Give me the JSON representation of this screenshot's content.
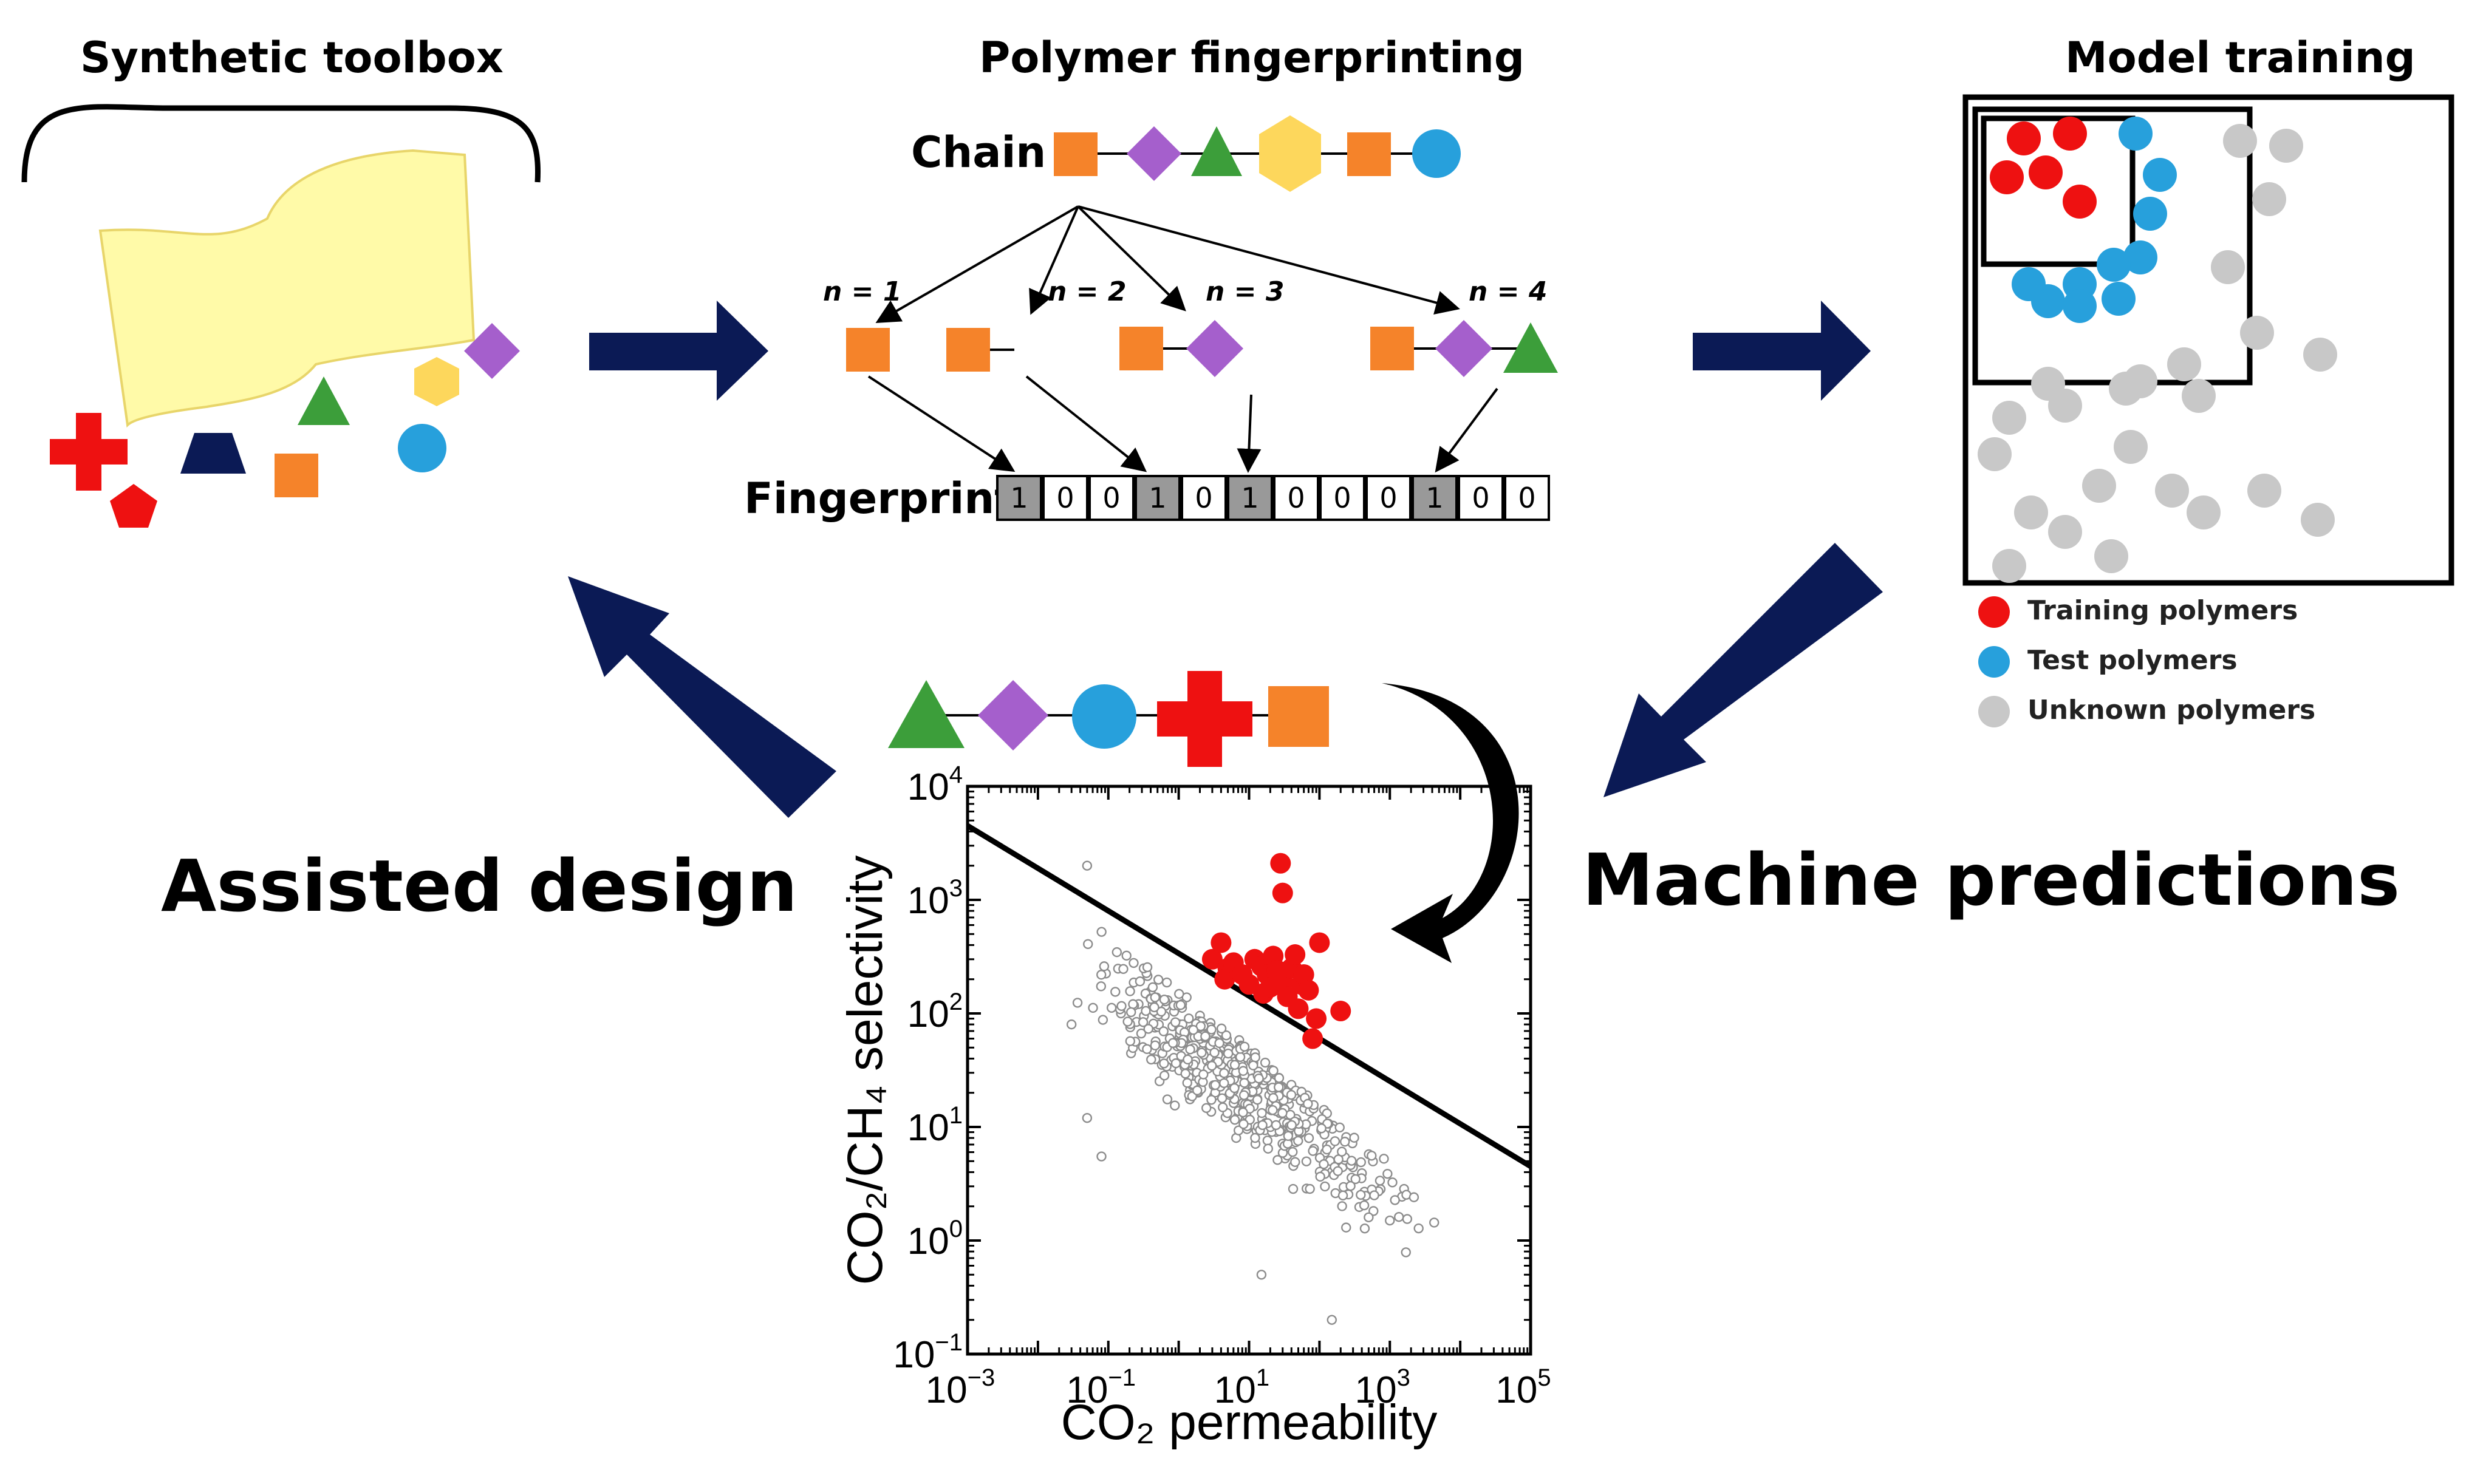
{
  "headers": {
    "toolbox": "Synthetic toolbox",
    "fingerprinting": "Polymer fingerprinting",
    "training": "Model training"
  },
  "fingerprint_panel": {
    "chain_label": "Chain",
    "fingerprint_label": "Fingerprint",
    "n_labels": [
      "n = 1",
      "n = 2",
      "n = 3",
      "n = 4"
    ],
    "bits": [
      "1",
      "0",
      "0",
      "1",
      "0",
      "1",
      "0",
      "0",
      "0",
      "1",
      "0",
      "0"
    ],
    "bits_set": [
      true,
      false,
      false,
      true,
      false,
      true,
      false,
      false,
      false,
      true,
      false,
      false
    ]
  },
  "legend": {
    "training": "Training polymers",
    "test": "Test polymers",
    "unknown": "Unknown polymers"
  },
  "captions": {
    "assisted": "Assisted design",
    "predictions": "Machine predictions"
  },
  "colors": {
    "arrow": "#0b1a55",
    "orange": "#f5832a",
    "purple": "#a55fcc",
    "green": "#3c9e3a",
    "yellow": "#fdd75c",
    "blue": "#27a0dc",
    "red": "#ee1111",
    "gray": "#c8c8c8",
    "paper": "#fffaa8"
  },
  "chart_data": {
    "type": "scatter",
    "xlabel": "CO₂ permeability",
    "ylabel": "CO₂/CH₄ selectivity",
    "x_scale": "log",
    "y_scale": "log",
    "xlim": [
      0.001,
      100000
    ],
    "ylim": [
      0.1,
      10000
    ],
    "x_ticks": [
      {
        "base": "10",
        "exp": "−3",
        "value": 0.001
      },
      {
        "base": "10",
        "exp": "−1",
        "value": 0.1
      },
      {
        "base": "10",
        "exp": "1",
        "value": 10
      },
      {
        "base": "10",
        "exp": "3",
        "value": 1000
      },
      {
        "base": "10",
        "exp": "5",
        "value": 100000
      }
    ],
    "y_ticks": [
      {
        "base": "10",
        "exp": "−1",
        "value": 0.1
      },
      {
        "base": "10",
        "exp": "0",
        "value": 1
      },
      {
        "base": "10",
        "exp": "1",
        "value": 10
      },
      {
        "base": "10",
        "exp": "2",
        "value": 100
      },
      {
        "base": "10",
        "exp": "3",
        "value": 1000
      },
      {
        "base": "10",
        "exp": "4",
        "value": 10000
      }
    ],
    "upper_bound_line": {
      "x": [
        0.001,
        100000
      ],
      "y": [
        4500,
        4.5
      ]
    },
    "predicted_polymers": [
      [
        3,
        300
      ],
      [
        4,
        420
      ],
      [
        5,
        250
      ],
      [
        4.5,
        200
      ],
      [
        6,
        280
      ],
      [
        8,
        220
      ],
      [
        10,
        180
      ],
      [
        12,
        300
      ],
      [
        15,
        260
      ],
      [
        16,
        150
      ],
      [
        18,
        220
      ],
      [
        20,
        170
      ],
      [
        22,
        320
      ],
      [
        25,
        240
      ],
      [
        28,
        2100
      ],
      [
        30,
        1150
      ],
      [
        30,
        190
      ],
      [
        35,
        140
      ],
      [
        40,
        250
      ],
      [
        45,
        330
      ],
      [
        50,
        110
      ],
      [
        55,
        180
      ],
      [
        60,
        220
      ],
      [
        70,
        160
      ],
      [
        80,
        60
      ],
      [
        90,
        90
      ],
      [
        100,
        420
      ],
      [
        200,
        105
      ]
    ],
    "outliers": [
      [
        0.05,
        2000
      ],
      [
        0.05,
        12
      ],
      [
        0.08,
        5.5
      ],
      [
        0.03,
        80
      ],
      [
        15,
        0.5
      ],
      [
        150,
        0.2
      ],
      [
        600,
        2.5
      ],
      [
        500,
        1.6
      ],
      [
        1000,
        1.5
      ]
    ],
    "known_cloud": {
      "center_log_x": 1.0,
      "center_log_y": 1.4,
      "description": "known polymers"
    }
  },
  "model_training": {
    "training_points": [
      [
        0.24,
        0.17
      ],
      [
        0.43,
        0.15
      ],
      [
        0.17,
        0.33
      ],
      [
        0.33,
        0.31
      ],
      [
        0.47,
        0.43
      ]
    ],
    "test_points": [
      [
        0.7,
        0.15
      ],
      [
        0.8,
        0.32
      ],
      [
        0.76,
        0.48
      ],
      [
        0.72,
        0.66
      ],
      [
        0.61,
        0.69
      ],
      [
        0.47,
        0.77
      ],
      [
        0.34,
        0.84
      ],
      [
        0.26,
        0.77
      ],
      [
        0.47,
        0.86
      ],
      [
        0.63,
        0.83
      ]
    ],
    "unknown_points": [
      [
        1.13,
        0.18
      ],
      [
        1.32,
        0.2
      ],
      [
        1.25,
        0.42
      ],
      [
        1.08,
        0.7
      ],
      [
        1.2,
        0.97
      ],
      [
        1.46,
        1.06
      ],
      [
        0.9,
        1.1
      ],
      [
        0.96,
        1.23
      ],
      [
        0.72,
        1.17
      ],
      [
        0.66,
        1.2
      ],
      [
        0.34,
        1.18
      ],
      [
        0.41,
        1.27
      ],
      [
        0.18,
        1.32
      ],
      [
        0.12,
        1.47
      ],
      [
        0.68,
        1.44
      ],
      [
        0.85,
        1.62
      ],
      [
        0.98,
        1.71
      ],
      [
        1.23,
        1.62
      ],
      [
        1.45,
        1.74
      ],
      [
        0.55,
        1.6
      ],
      [
        0.41,
        1.79
      ],
      [
        0.6,
        1.89
      ],
      [
        0.27,
        1.71
      ],
      [
        0.18,
        1.93
      ]
    ]
  }
}
